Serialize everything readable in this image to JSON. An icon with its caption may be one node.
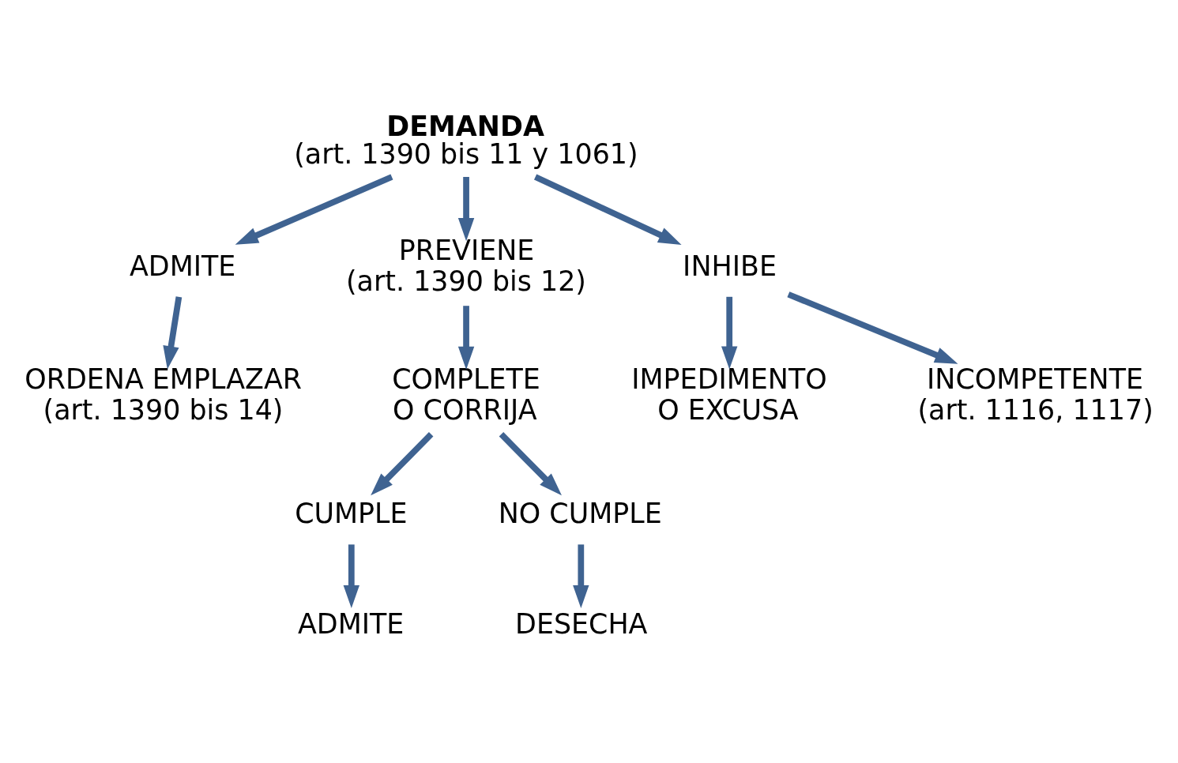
{
  "diagram": {
    "nodes": [
      {
        "text": [
          "DEMANDA",
          "(art. 1390 bis 11 y 1061)"
        ]
      },
      {
        "text": [
          "ADMITE"
        ]
      },
      {
        "text": [
          "PREVIENE",
          "(art. 1390 bis 12)"
        ]
      },
      {
        "text": [
          "INHIBE"
        ]
      },
      {
        "text": [
          "ORDENA EMPLAZAR (art. 1390 bis 14)"
        ]
      },
      {
        "text": [
          "COMPLETE O CORRIJA"
        ]
      },
      {
        "text": [
          "IMPEDIMENTO O EXCUSA"
        ]
      },
      {
        "text": [
          "INCOMPETENTE (art. 1116, 1117)"
        ]
      },
      {
        "text": [
          "CUMPLE"
        ]
      },
      {
        "text": [
          "NO CUMPLE"
        ]
      },
      {
        "text": [
          "ADMITE"
        ]
      },
      {
        "text": [
          "DESECHA"
        ]
      }
    ],
    "edges": [
      {
        "from": 0,
        "to": 1,
        "arrow": "to"
      },
      {
        "from": 0,
        "to": 2,
        "arrow": "to"
      },
      {
        "from": 0,
        "to": 3,
        "arrow": "to"
      },
      {
        "from": 1,
        "to": 4,
        "arrow": "to"
      },
      {
        "from": 2,
        "to": 5,
        "arrow": "to"
      },
      {
        "from": 3,
        "to": 6,
        "arrow": "to"
      },
      {
        "from": 3,
        "to": 7,
        "arrow": "to"
      },
      {
        "from": 5,
        "to": 8,
        "arrow": "to"
      },
      {
        "from": 5,
        "to": 9,
        "arrow": "to"
      },
      {
        "from": 8,
        "to": 10,
        "arrow": "to"
      },
      {
        "from": 9,
        "to": 11,
        "arrow": "to"
      }
    ]
  }
}
